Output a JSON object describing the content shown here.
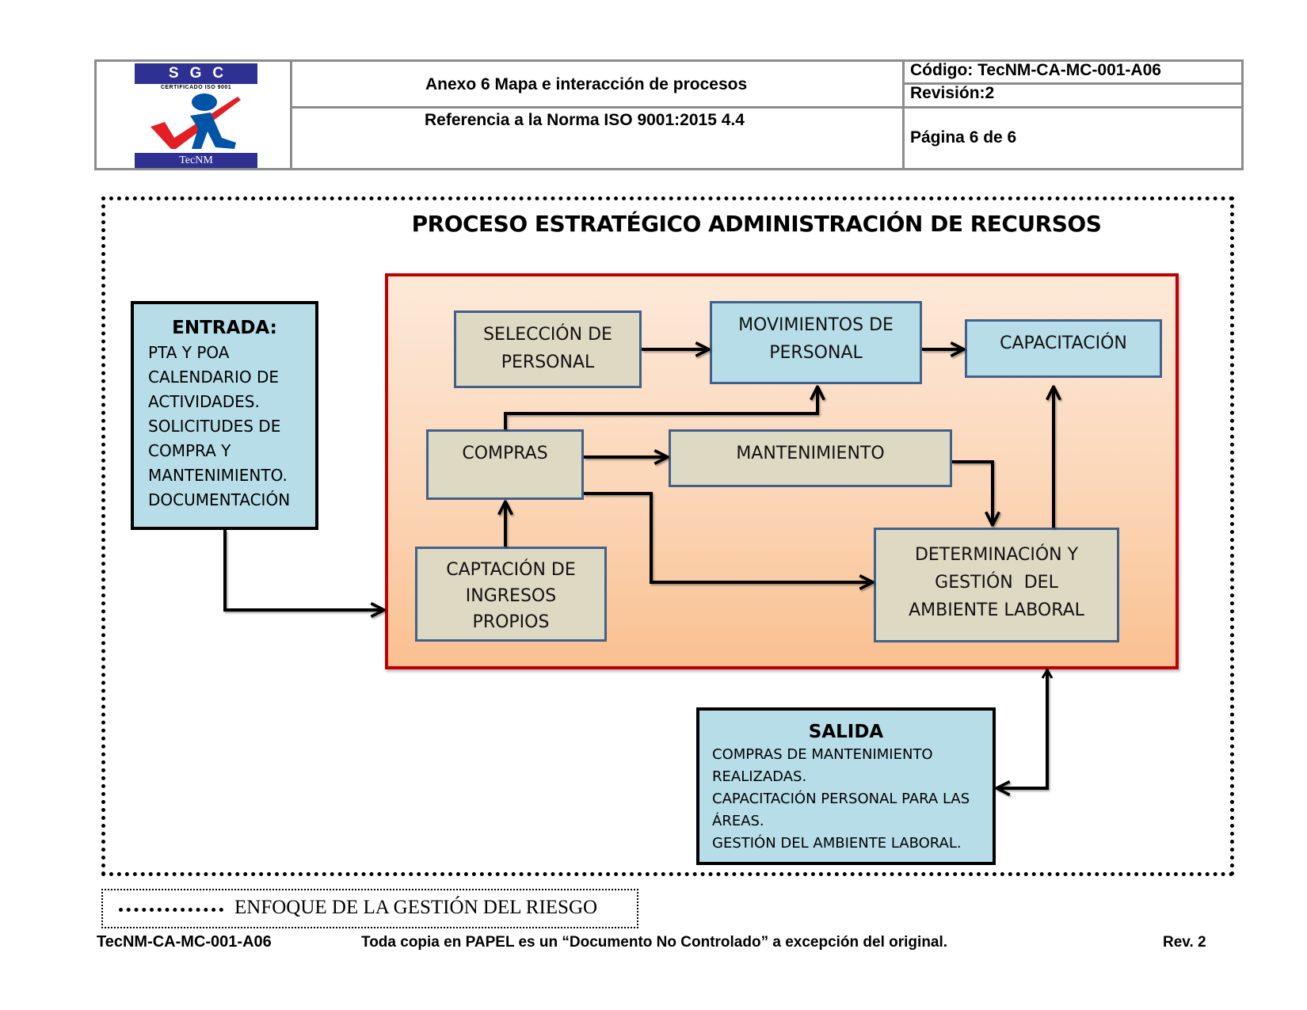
{
  "header": {
    "logo": {
      "top_text": "SGC",
      "cert_text": "CERTIFICADO ISO 9001",
      "bottom_text": "TecNM",
      "colors": {
        "band": "#2e3192",
        "check": "#e31e24",
        "figure": "#0054a6"
      }
    },
    "title": "Anexo 6   Mapa e interacción de procesos",
    "reference": "Referencia a la Norma ISO 9001:2015    4.4",
    "code": "Código: TecNM-CA-MC-001-A06",
    "revision": "Revisión:2",
    "page": "Página 6 de 6"
  },
  "diagram": {
    "title": "PROCESO ESTRATÉGICO ADMINISTRACIÓN DE RECURSOS",
    "entrada": {
      "heading": "ENTRADA:",
      "lines": [
        "PTA Y POA",
        "CALENDARIO DE",
        "ACTIVIDADES.",
        "SOLICITUDES DE",
        "COMPRA Y",
        "MANTENIMIENTO.",
        "DOCUMENTACIÓN"
      ]
    },
    "processes": {
      "seleccion": [
        "SELECCIÓN DE",
        "PERSONAL"
      ],
      "movimientos": [
        "MOVIMIENTOS DE",
        "PERSONAL"
      ],
      "capacitacion": [
        "CAPACITACIÓN"
      ],
      "compras": [
        "COMPRAS"
      ],
      "mantenimiento": [
        "MANTENIMIENTO"
      ],
      "captacion": [
        "CAPTACIÓN DE",
        "INGRESOS",
        "PROPIOS"
      ],
      "determinacion": [
        "DETERMINACIÓN Y",
        "GESTIÓN  DEL",
        "AMBIENTE LABORAL"
      ]
    },
    "salida": {
      "heading": "SALIDA",
      "lines": [
        "COMPRAS DE MANTENIMIENTO",
        "REALIZADAS.",
        "CAPACITACIÓN PERSONAL PARA LAS",
        "ÁREAS.",
        "GESTIÓN DEL AMBIENTE LABORAL."
      ]
    },
    "colors": {
      "process_border": "#c00000",
      "box_tan": "#ddd9c3",
      "box_blue": "#b7dde8",
      "box_border": "#41618b"
    }
  },
  "legend": {
    "label": "ENFOQUE DE LA GESTIÓN DEL RIESGO"
  },
  "footer": {
    "code": "TecNM-CA-MC-001-A06",
    "notice": "Toda copia en PAPEL es un “Documento No Controlado” a excepción del original.",
    "rev": "Rev. 2"
  }
}
